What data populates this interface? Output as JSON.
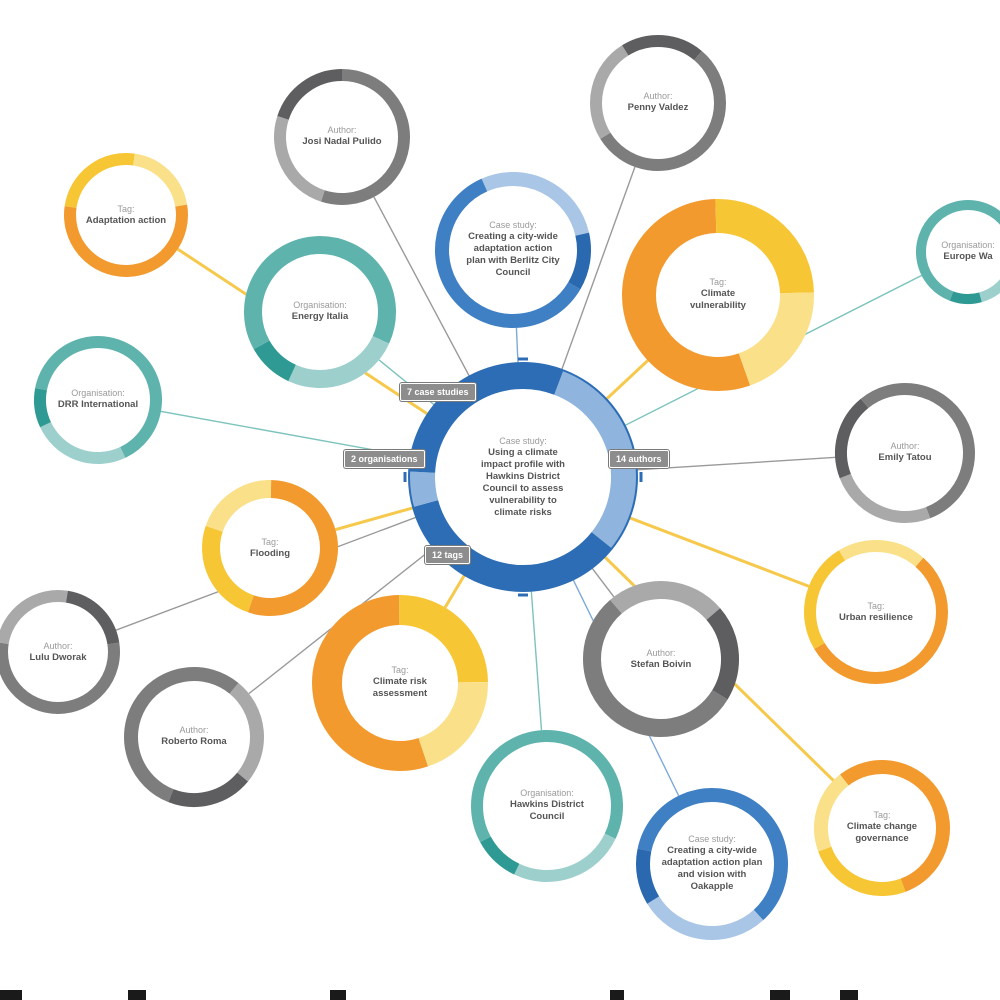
{
  "center": {
    "type": "Case study:",
    "name_lines": [
      "Using a climate",
      "impact profile with",
      "Hawkins District",
      "Council to assess",
      "vulnerability to",
      "climate risks"
    ],
    "pills": {
      "case_studies": "7 case studies",
      "organisations": "2 organisations",
      "authors": "14 authors",
      "tags": "12 tags"
    }
  },
  "nodes": [
    {
      "id": "jose",
      "type": "Author:",
      "name_lines": [
        "Josi Nadal Pulido"
      ],
      "kind": "author"
    },
    {
      "id": "penny",
      "type": "Author:",
      "name_lines": [
        "Penny Valdez"
      ],
      "kind": "author"
    },
    {
      "id": "adaptation",
      "type": "Tag:",
      "name_lines": [
        "Adaptation action"
      ],
      "kind": "tag"
    },
    {
      "id": "berlitz",
      "type": "Case study:",
      "name_lines": [
        "Creating a city-wide",
        "adaptation action",
        "plan with Berlitz City",
        "Council"
      ],
      "kind": "case"
    },
    {
      "id": "climvuln",
      "type": "Tag:",
      "name_lines": [
        "Climate",
        "vulnerability"
      ],
      "kind": "tag"
    },
    {
      "id": "europe",
      "type": "Organisation:",
      "name_lines": [
        "Europe Wa"
      ],
      "kind": "org"
    },
    {
      "id": "energy",
      "type": "Organisation:",
      "name_lines": [
        "Energy Italia"
      ],
      "kind": "org"
    },
    {
      "id": "drr",
      "type": "Organisation:",
      "name_lines": [
        "DRR International"
      ],
      "kind": "org"
    },
    {
      "id": "emily",
      "type": "Author:",
      "name_lines": [
        "Emily Tatou"
      ],
      "kind": "author"
    },
    {
      "id": "flooding",
      "type": "Tag:",
      "name_lines": [
        "Flooding"
      ],
      "kind": "tag"
    },
    {
      "id": "urban",
      "type": "Tag:",
      "name_lines": [
        "Urban resilience"
      ],
      "kind": "tag"
    },
    {
      "id": "lulu",
      "type": "Author:",
      "name_lines": [
        "Lulu Dworak"
      ],
      "kind": "author"
    },
    {
      "id": "stefan",
      "type": "Author:",
      "name_lines": [
        "Stefan Boivin"
      ],
      "kind": "author"
    },
    {
      "id": "climrisk",
      "type": "Tag:",
      "name_lines": [
        "Climate risk",
        "assessment"
      ],
      "kind": "tag"
    },
    {
      "id": "roberto",
      "type": "Author:",
      "name_lines": [
        "Roberto Roma"
      ],
      "kind": "author"
    },
    {
      "id": "hawkins",
      "type": "Organisation:",
      "name_lines": [
        "Hawkins District",
        "Council"
      ],
      "kind": "org"
    },
    {
      "id": "oakapple",
      "type": "Case study:",
      "name_lines": [
        "Creating a city-wide",
        "adaptation action plan",
        "and vision with",
        "Oakapple"
      ],
      "kind": "case"
    },
    {
      "id": "governance",
      "type": "Tag:",
      "name_lines": [
        "Climate change",
        "governance"
      ],
      "kind": "tag"
    }
  ],
  "colors": {
    "author": [
      "#7d7d7e",
      "#a9a9aa",
      "#5e5e60"
    ],
    "tag": [
      "#f29a2e",
      "#f7c635",
      "#fbe08a"
    ],
    "org": [
      "#5fb3ad",
      "#9dd0cc",
      "#2f9a93"
    ],
    "case": [
      "#3f7fc4",
      "#a9c6e6",
      "#2a69b0"
    ],
    "center_light": "#8fb4de",
    "center_dark": "#2d6db5",
    "link_gray": "#9a9a9a",
    "link_yellow": "#f6c84b",
    "link_teal": "#7cc3bd",
    "link_blue": "#7ea9d8",
    "pill_bg": "#8d8d8d"
  },
  "icons": [
    "connector-tick"
  ]
}
